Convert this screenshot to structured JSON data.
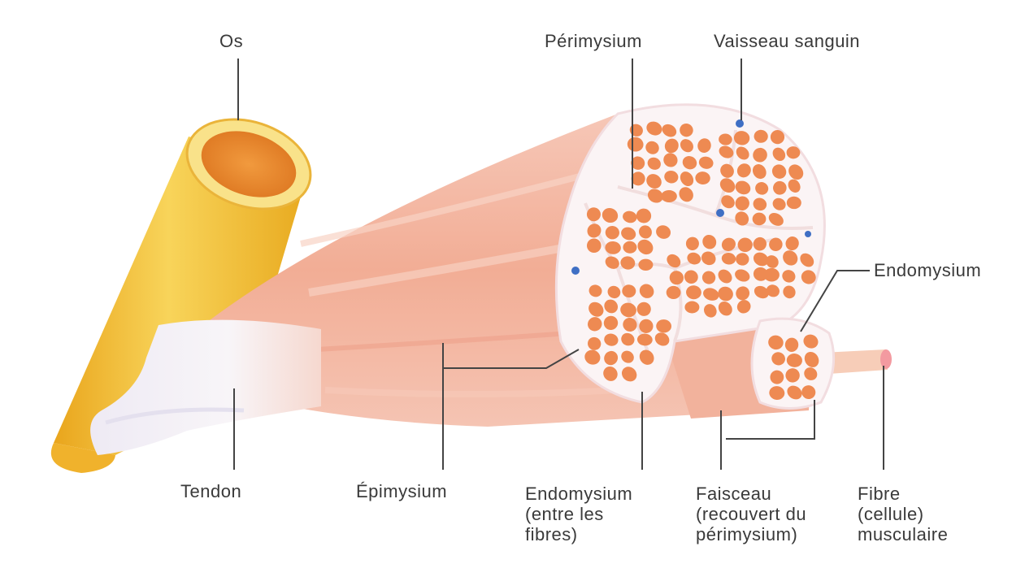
{
  "labels": {
    "os": "Os",
    "perimysium": "Périmysium",
    "vaisseau": "Vaisseau sanguin",
    "endomysium_right": "Endomysium",
    "tendon": "Tendon",
    "epimysium": "Épimysium",
    "endomysium_bottom": "Endomysium\n(entre les\nfibres)",
    "faisceau": "Faisceau\n(recouvert du\npérimysium)",
    "fibre": "Fibre\n(cellule)\nmusculaire"
  },
  "colors": {
    "bone": "#f2c23a",
    "marrow": "#e8892e",
    "muscle": "#f4b39b",
    "fiber": "#ee8a52",
    "tendon": "#f4f1f6",
    "vessel": "#3f6fc4"
  }
}
